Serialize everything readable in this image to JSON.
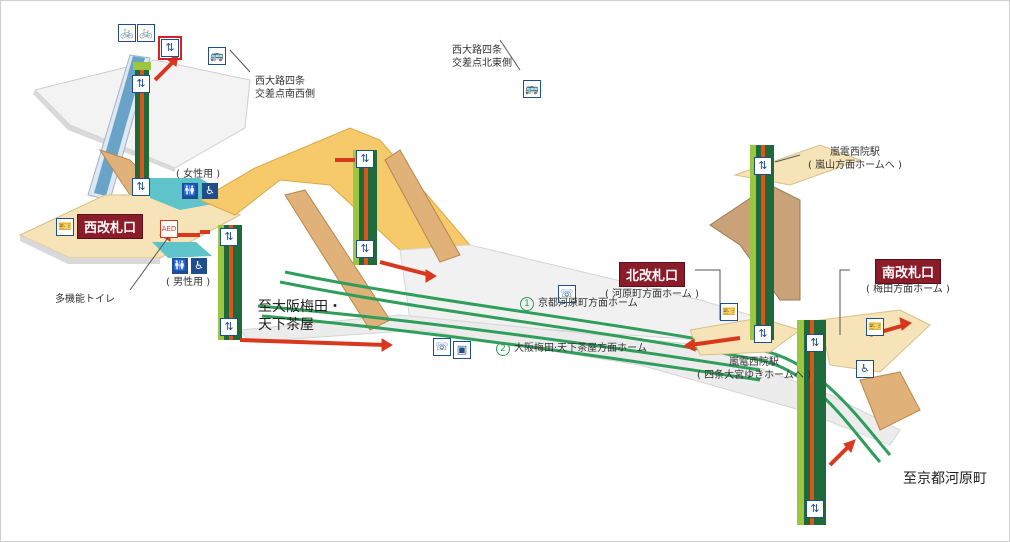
{
  "labels": {
    "nishi_oji_sw": "西大路四条\n交差点南西側",
    "nishi_oji_ne": "西大路四条\n交差点北東側",
    "women": "( 女性用 )",
    "men": "( 男性用 )",
    "multi_toilet": "多機能トイレ",
    "dest_umeda": "至大阪梅田・\n天下茶屋",
    "dest_kawaramachi": "至京都河原町",
    "track1_num": "1",
    "track1": "京都河原町方面ホーム",
    "track2_num": "2",
    "track2": "大阪梅田·天下茶屋方面ホーム",
    "randen_top": "嵐電西院駅\n( 嵐山方面ホームへ )",
    "randen_mid": "嵐電西院駅\n( 四条大宮ゆきホームへ )",
    "north_sub": "( 河原町方面ホーム )",
    "south_sub": "( 梅田方面ホーム )",
    "aed": "AED"
  },
  "gates": {
    "west": "西改札口",
    "north": "北改札口",
    "south": "南改札口"
  },
  "icons": {
    "bicycle": "bicycle-parking-icon",
    "elevator": "elevator-icon",
    "bus": "bus-stop-icon",
    "toilet": "toilet-icon",
    "wheelchair": "wheelchair-icon",
    "phone": "phone-icon",
    "locker": "coin-locker-icon",
    "ticket": "ticket-machine-icon",
    "aed": "aed-icon"
  },
  "colors": {
    "concourse": "#f6c96b",
    "floor": "#f1f1f1",
    "stairs": "#e0b27a",
    "elevator_green": "#1f6a3a",
    "elevator_lime": "#9cc640",
    "elevator_orange": "#d9561e",
    "arrow": "#d9381e",
    "track_green": "#2e9e5a",
    "gate_red": "#8b1d2b",
    "facility_teal": "#5fc4c9",
    "icon_blue": "#1f4e8c"
  }
}
